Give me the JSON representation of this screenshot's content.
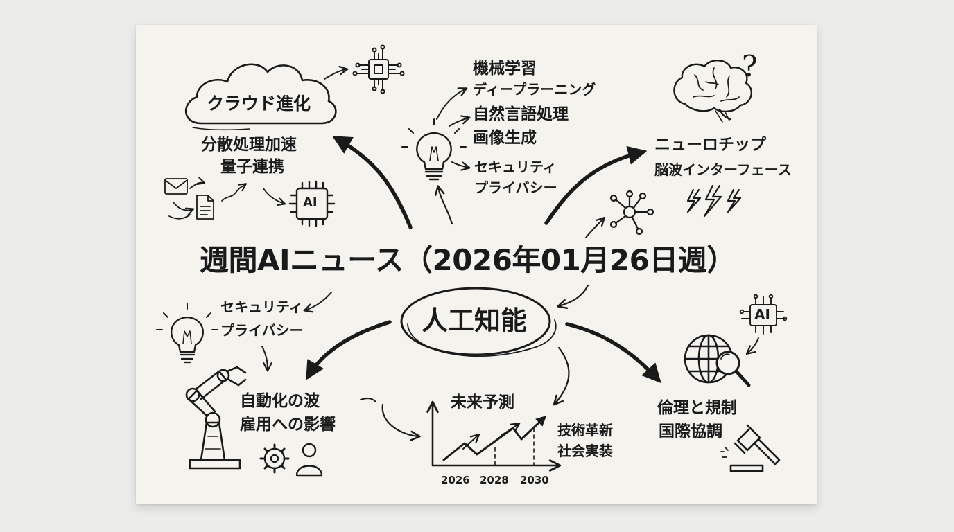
{
  "title": "週間AIニュース（2026年01月26日週）",
  "hub": "人工知能",
  "cloud": {
    "label": "クラウド進化",
    "items": [
      "分散処理加速",
      "量子連携"
    ],
    "chip_text": "AI"
  },
  "ml": {
    "items": [
      "機械学習",
      "ディープラーニング",
      "自然言語処理",
      "画像生成"
    ]
  },
  "security_top": {
    "items": [
      "セキュリティ",
      "プライバシー"
    ]
  },
  "neuro": {
    "items": [
      "ニューロチップ",
      "脳波インターフェース"
    ],
    "question_mark": "?"
  },
  "security_left": {
    "items": [
      "セキュリティ",
      "プライバシー"
    ]
  },
  "automation": {
    "items": [
      "自動化の波",
      "雇用への影響"
    ]
  },
  "forecast": {
    "title": "未来予測",
    "ticks": [
      "2026",
      "2028",
      "2030"
    ],
    "side_items": [
      "技術革新",
      "社会実装"
    ]
  },
  "ethics": {
    "items": [
      "倫理と規制",
      "国際協調"
    ],
    "ai_badge": "AI"
  },
  "icons": [
    "cloud-icon",
    "circuit-chip-icon",
    "ai-chip-icon",
    "envelope-icon",
    "document-icon",
    "lightbulb-icon",
    "brain-icon",
    "lightning-icon",
    "network-icon",
    "globe-icon",
    "magnifier-icon",
    "robot-arm-icon",
    "gear-icon",
    "person-icon",
    "gavel-icon"
  ],
  "colors": {
    "ink": "#1a1a1a",
    "paper": "#f4f3ee",
    "background": "#ececea"
  }
}
